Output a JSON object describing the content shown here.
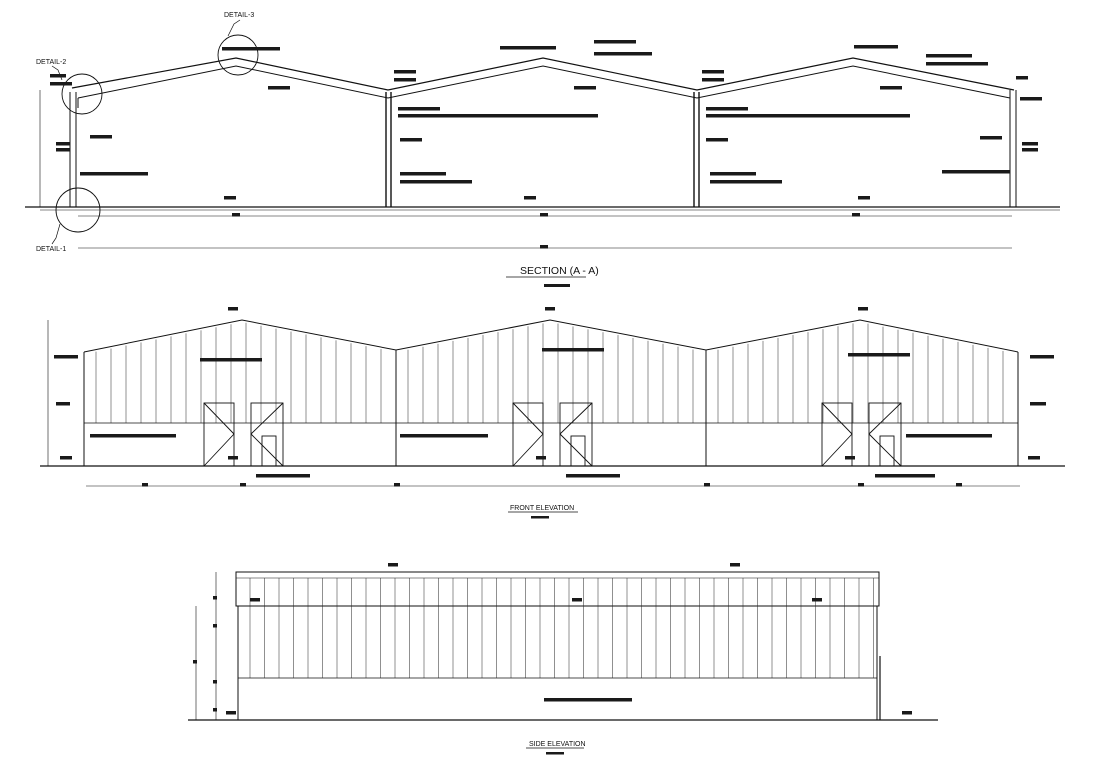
{
  "section": {
    "title": "SECTION (A - A)",
    "details": {
      "d1": "DETAIL-1",
      "d2": "DETAIL-2",
      "d3": "DETAIL-3"
    }
  },
  "front": {
    "title": "FRONT ELEVATION"
  },
  "side": {
    "title": "SIDE ELEVATION"
  },
  "colors": {
    "line": "#111111",
    "redacted": "#1a1a1a",
    "paper": "#ffffff"
  }
}
